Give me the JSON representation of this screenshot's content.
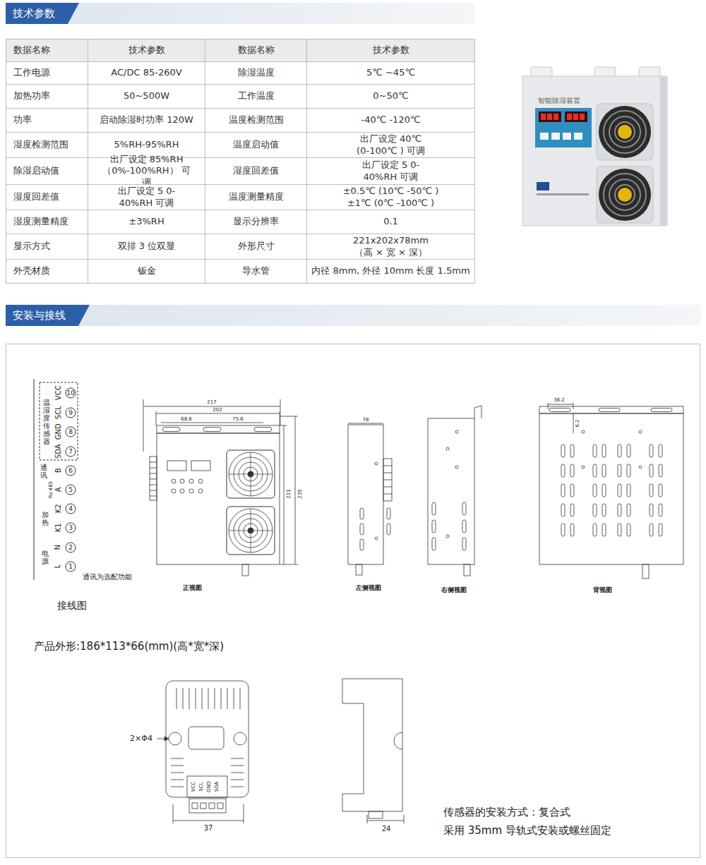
{
  "diagram": {
    "nodes": [
      {
        "text": [
          "技术参数"
        ]
      },
      {
        "text": [
          "安装与接线"
        ]
      }
    ],
    "labels": [
      "数据名称",
      "技术参数",
      "数据名称",
      "技术参数",
      "工作电源",
      "AC/DC 85-260V",
      "除湿温度",
      "5℃ ~45℃",
      "加热功率",
      "50~500W",
      "工作温度",
      "0~50℃",
      "功率",
      "启动除湿时功率 120W",
      "温度检测范围",
      "-40℃ -120℃",
      "湿度检测范围",
      "5%RH-95%RH",
      "温度启动值",
      "出厂设定 40℃ (0-100℃ ) 可调",
      "除湿启动值",
      "出厂设定 85%RH （0%-100%RH） 可调",
      "湿度回差值",
      "出厂设定 5 0-40%RH 可调",
      "湿度回差值",
      "出厂设定 5 0-40%RH 可调",
      "温度测量精度",
      "±0.5℃ (10℃ -50℃ ) ±1℃ (0℃ -100℃ )",
      "湿度测量精度",
      "±3%RH",
      "显示分辨率",
      "0.1",
      "显示方式",
      "双排 3 位双显",
      "外形尺寸",
      "221x202x78mm （高 × 宽 × 深）",
      "外壳材质",
      "钣金",
      "导水管",
      "内径 8mm, 外径 10mm 长度 1.5mm",
      "VCC",
      "SCL",
      "GND",
      "SDA",
      "温湿度传感器",
      "B",
      "A",
      "Rs-485",
      "通讯",
      "K2",
      "K1",
      "加热",
      "N",
      "L",
      "电源",
      "1",
      "2",
      "3",
      "4",
      "5",
      "6",
      "7",
      "8",
      "9",
      "10",
      "通讯为选配功能",
      "接线图",
      "217",
      "202",
      "68.6",
      "75.6",
      "221",
      "235",
      "正视图",
      "78",
      "左侧视图",
      "右侧视图",
      "36.2",
      "6.2",
      "背视图",
      "产品外形:186*113*66(mm)(高*宽*深)",
      "2×Φ4",
      "VCC",
      "SCL",
      "GND",
      "SDA",
      "37",
      "24",
      "传感器的安装方式：复合式",
      "采用 35mm 导轨式安装或螺丝固定",
      "智能除湿装置"
    ]
  }
}
